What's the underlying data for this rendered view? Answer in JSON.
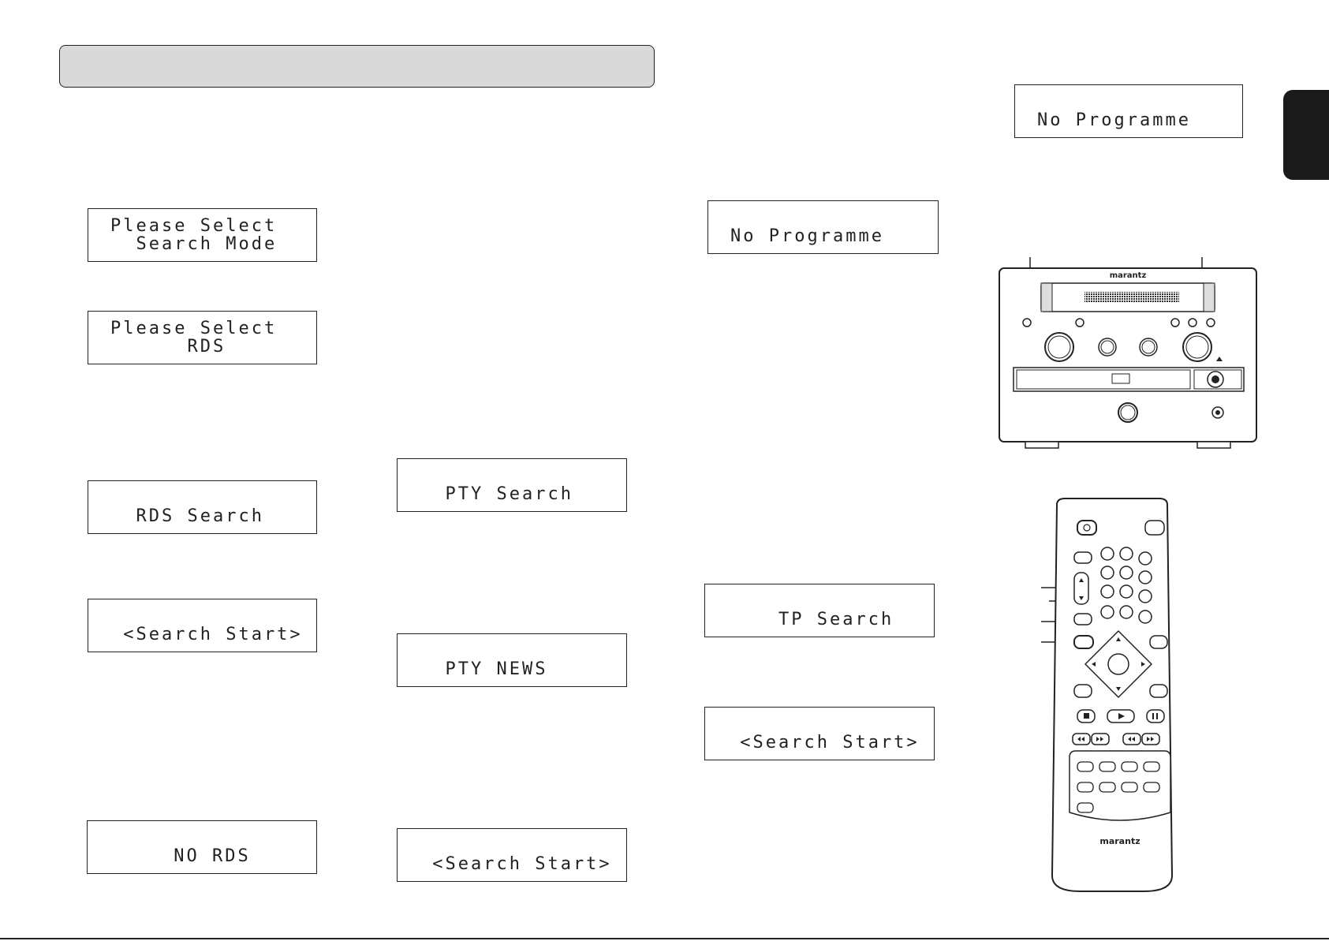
{
  "lcd_displays": {
    "d1": {
      "line1": "Please Select",
      "line2": "  Search Mode"
    },
    "d2": {
      "line1": "Please Select",
      "line2": "      RDS"
    },
    "d3": {
      "line1": "",
      "line2": "  RDS Search"
    },
    "d4": {
      "line1": "",
      "line2": " <Search Start>"
    },
    "d5": {
      "line1": "",
      "line2": "     NO RDS"
    },
    "d6": {
      "line1": "",
      "line2": "  PTY Search"
    },
    "d7": {
      "line1": "",
      "line2": "  PTY NEWS"
    },
    "d8": {
      "line1": "",
      "line2": " <Search Start>"
    },
    "d9": {
      "line1": "",
      "line2": "No Programme"
    },
    "d10": {
      "line1": "",
      "line2": "    TP Search"
    },
    "d11": {
      "line1": "",
      "line2": " <Search Start>"
    },
    "d12": {
      "line1": "",
      "line2": "No Programme"
    }
  },
  "device": {
    "brand": "marantz"
  },
  "remote": {
    "brand": "marantz"
  }
}
